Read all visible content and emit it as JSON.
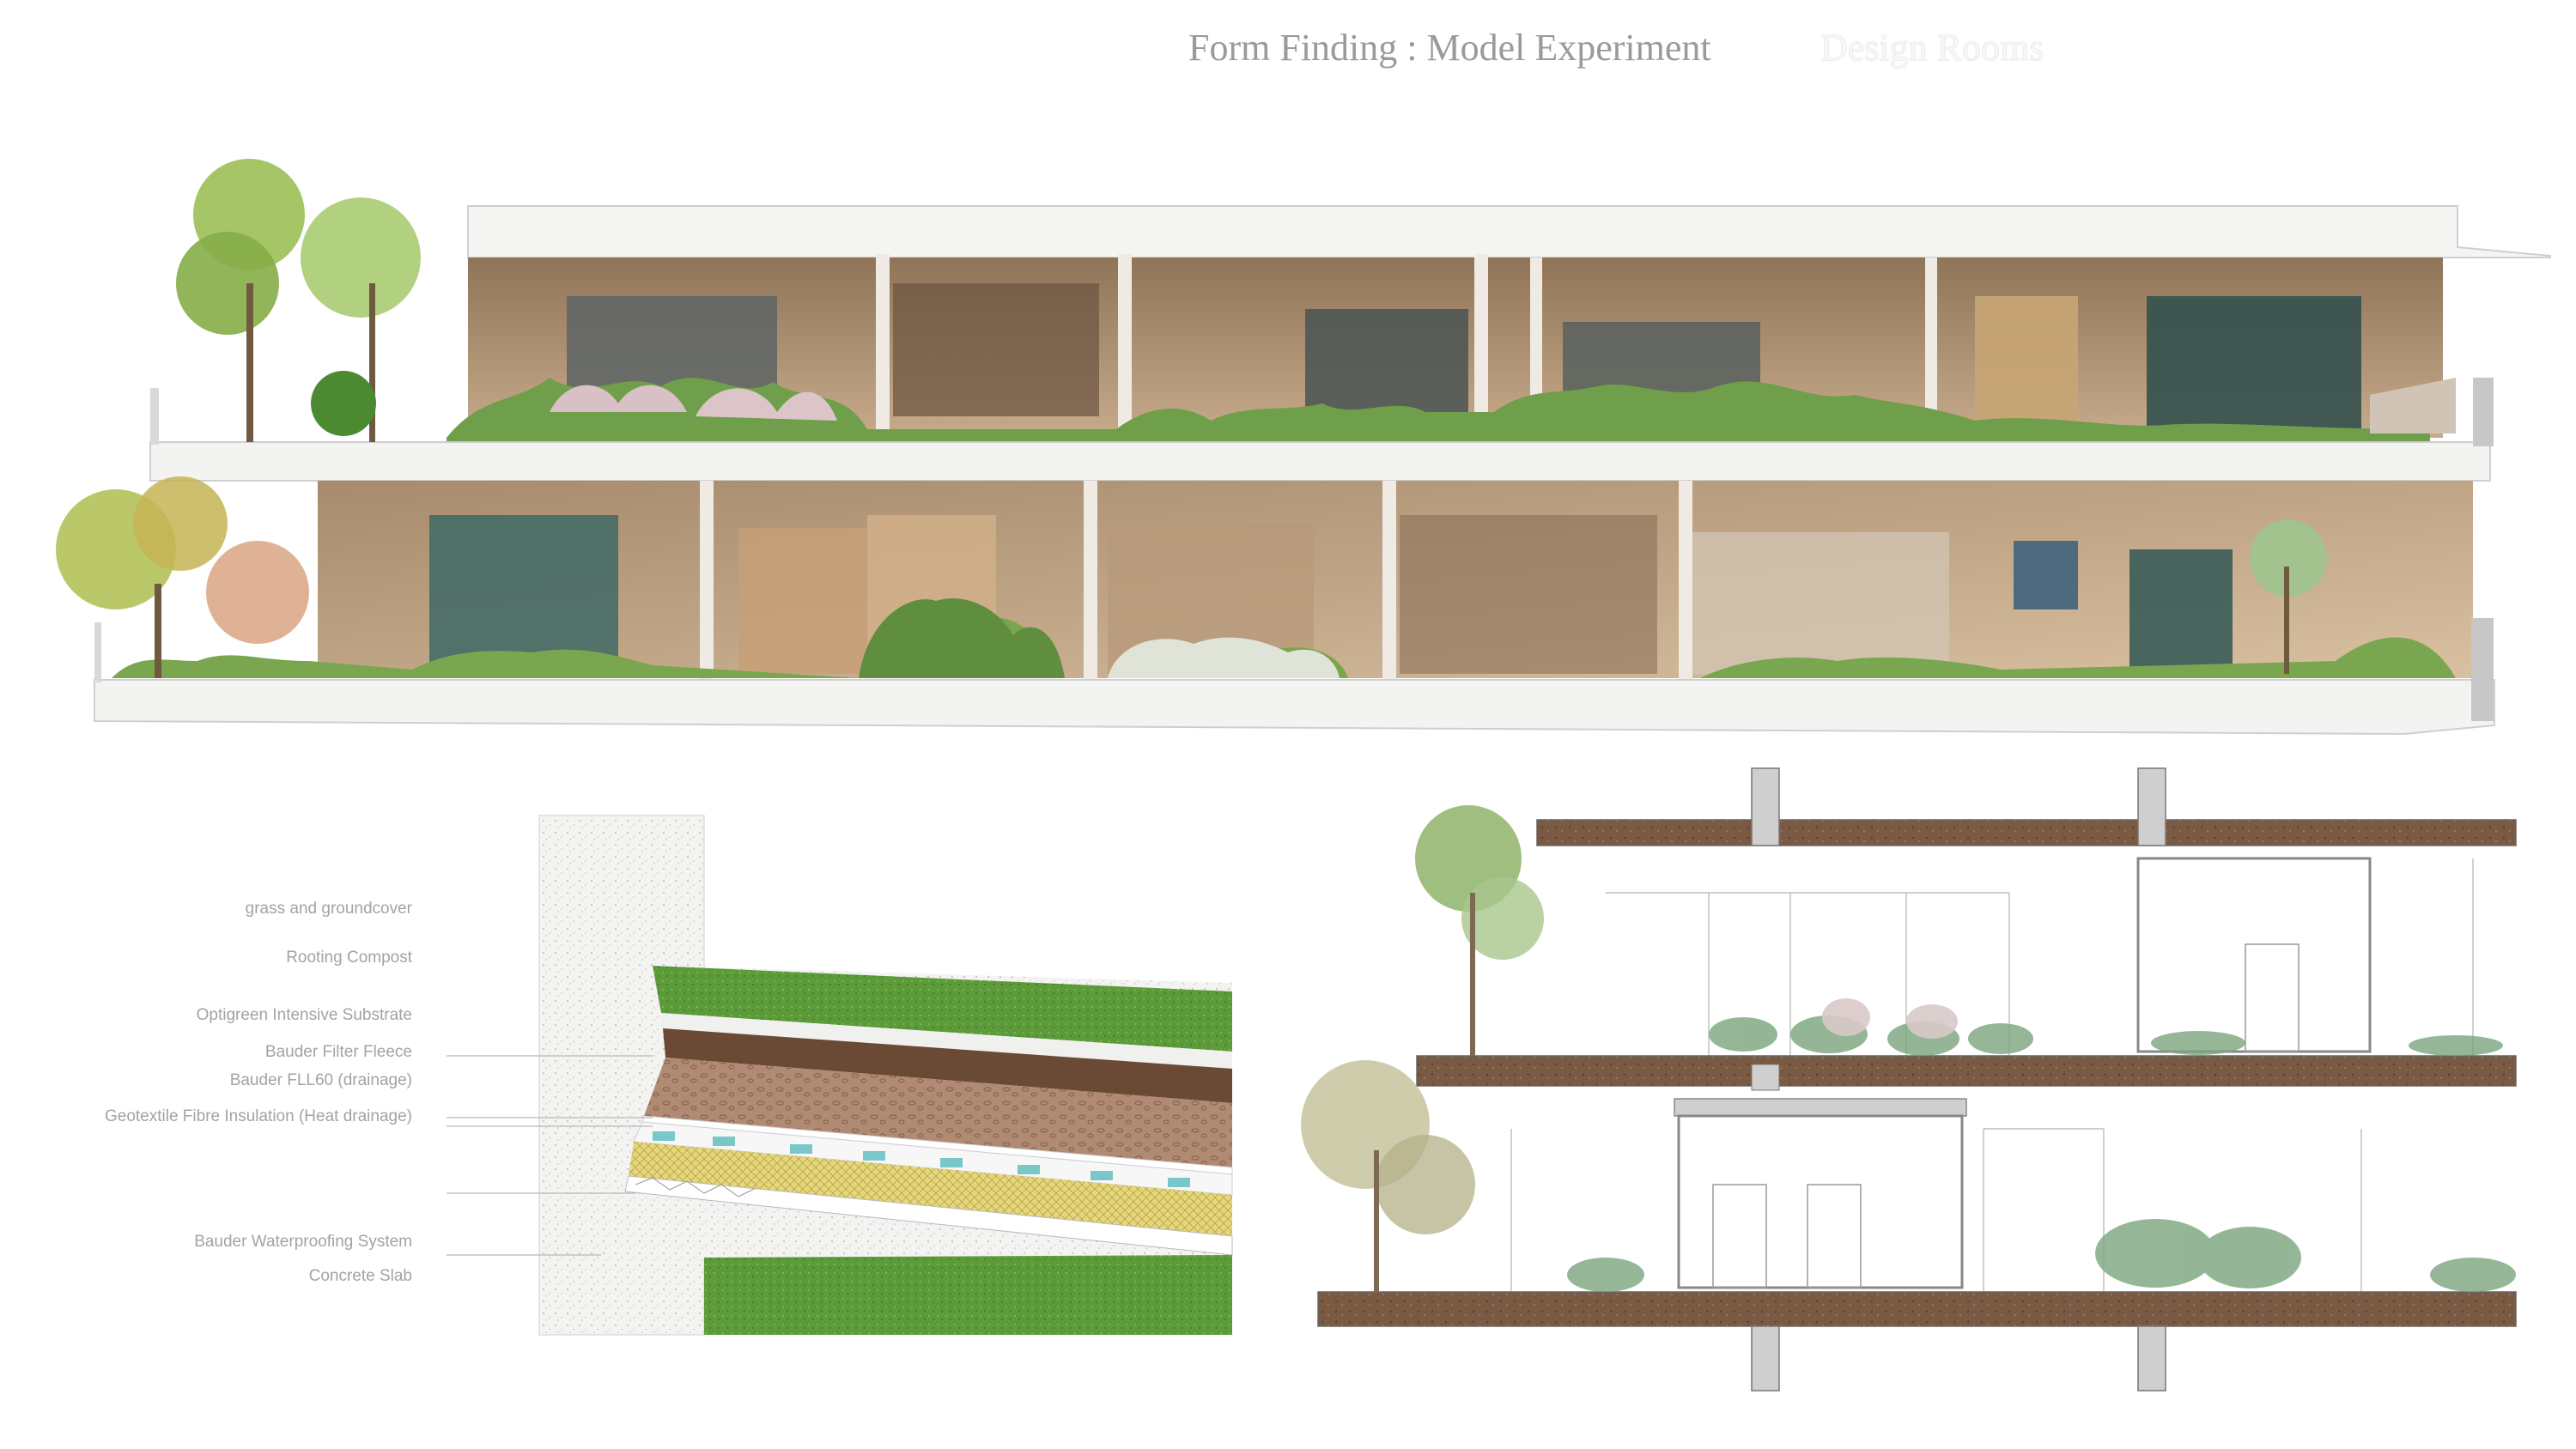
{
  "header": {
    "title_left": "Form Finding : Model Experiment",
    "title_right": "Design Rooms"
  },
  "layer_detail": {
    "labels": [
      "grass and groundcover",
      "Rooting Compost",
      "Optigreen Intensive Substrate",
      "Bauder Filter Fleece",
      "Bauder FLL60 (drainage)",
      "Geotextile Fibre Insulation (Heat drainage)",
      "Bauder Waterproofing System",
      "Concrete Slab"
    ]
  },
  "colors": {
    "green_roof": "#5f9a3c",
    "soil": "#a9806a",
    "soil_dark": "#6b4a35",
    "insulation_yellow": "#e6d67a",
    "drainage_cyan": "#7ac7c9",
    "concrete": "#e9e9e9",
    "interior_warm": "#b49677",
    "slab_white": "#f4f4f2"
  }
}
